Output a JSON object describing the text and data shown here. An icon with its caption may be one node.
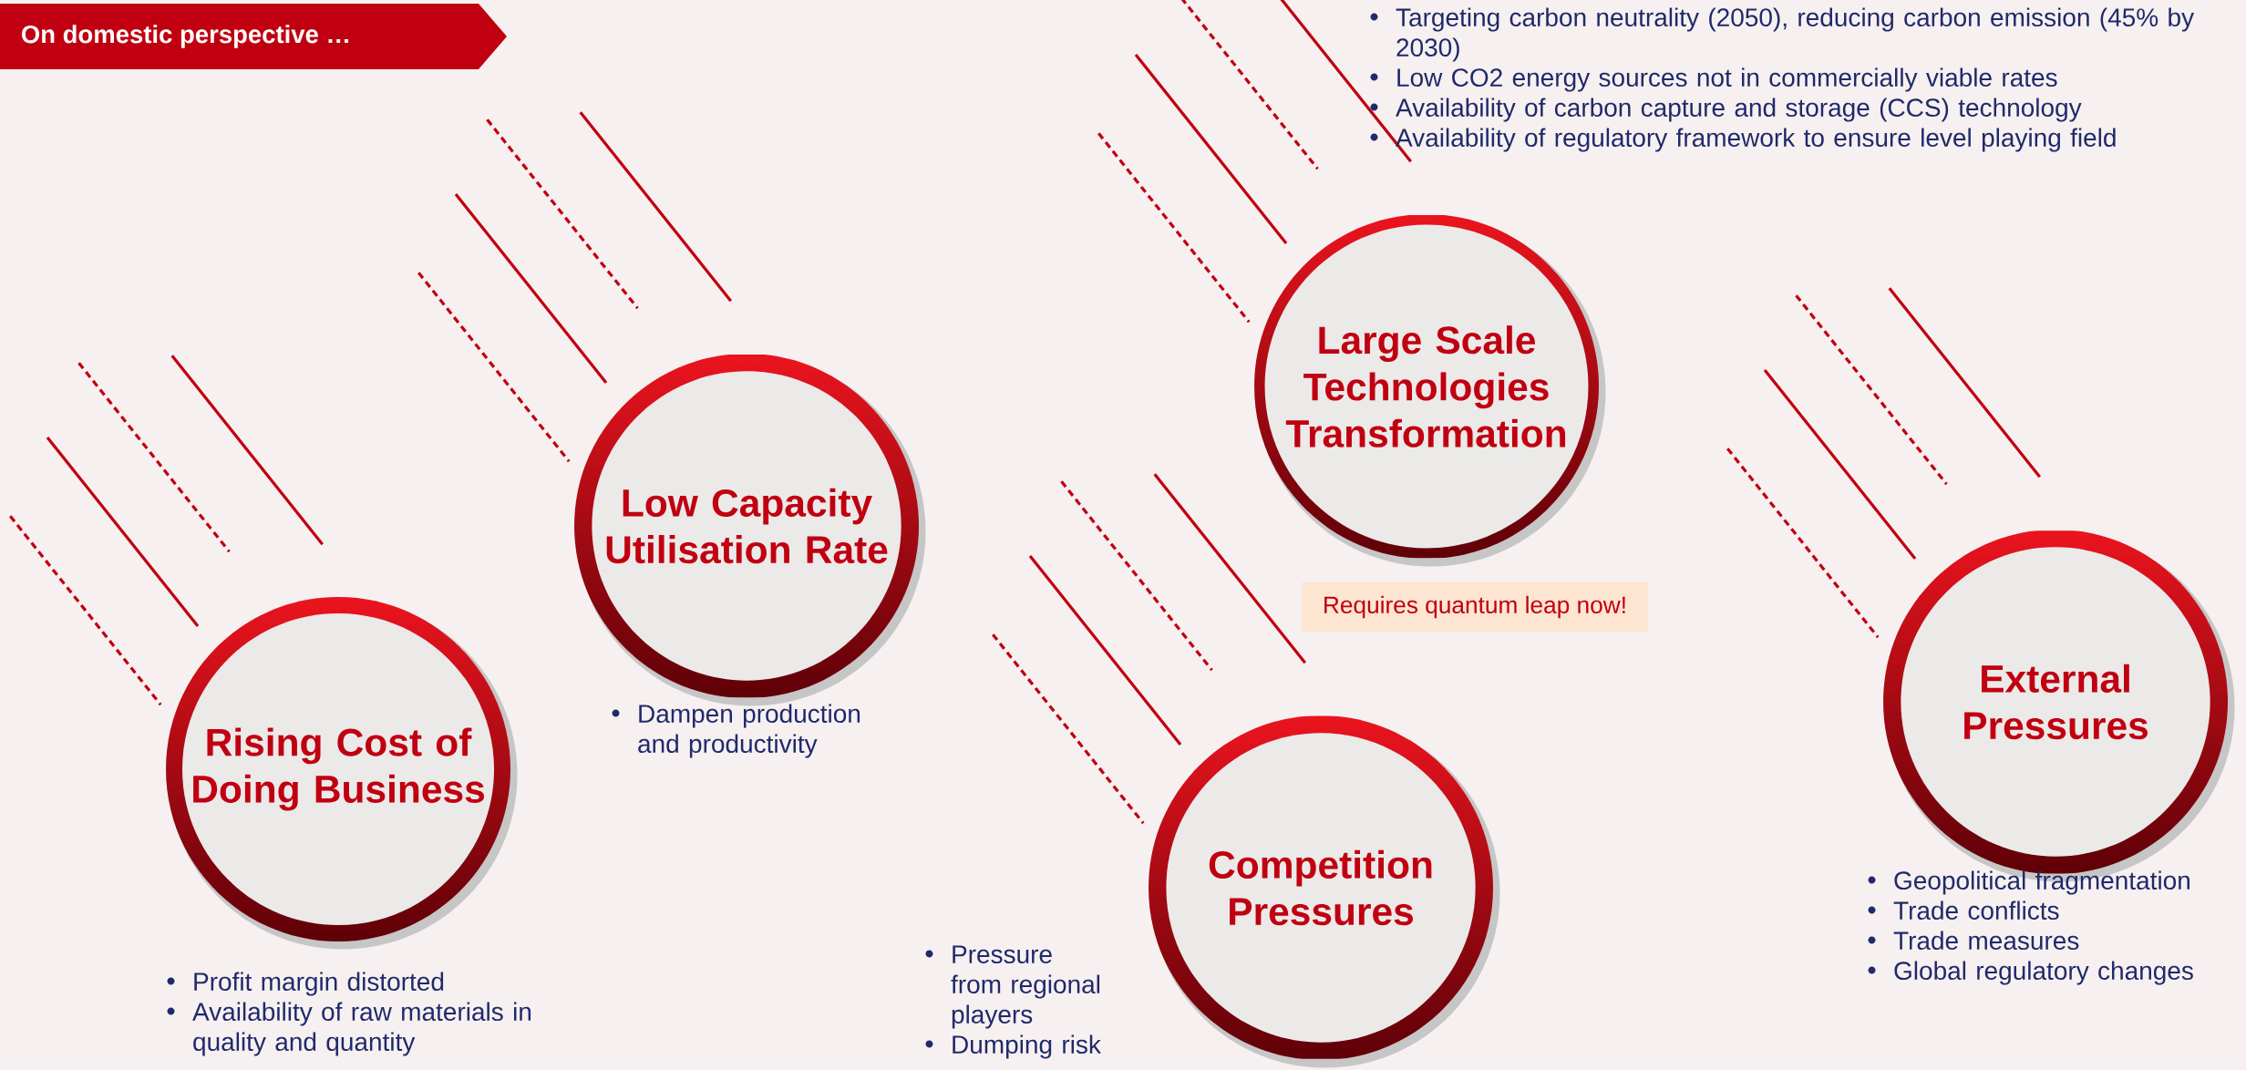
{
  "diagram": {
    "title": "On domestic perspective …",
    "nodes": [
      {
        "text": [
          "Rising Cost of Doing Business"
        ],
        "beside": [
          "Profit margin distorted",
          "Availability of raw materials in quality and quantity"
        ]
      },
      {
        "text": [
          "Low Capacity Utilisation Rate"
        ],
        "beside": [
          "Dampen production and productivity"
        ]
      },
      {
        "text": [
          "Large Scale Technologies Transformation"
        ],
        "beside": [
          "Targeting carbon neutrality (2050), reducing carbon emission (45% by 2030)",
          "Low CO2 energy sources not in commercially viable rates",
          "Availability of carbon capture and storage (CCS) technology",
          "Availability of regulatory framework to ensure level playing field"
        ]
      },
      {
        "text": [
          "Requires quantum leap now!"
        ]
      },
      {
        "text": [
          "Competition Pressures"
        ],
        "beside": [
          "Pressure from regional players",
          "Dumping risk"
        ]
      },
      {
        "text": [
          "External Pressures"
        ],
        "beside": [
          "Geopolitical fragmentation",
          "Trade conflicts",
          "Trade measures",
          "Global regulatory changes"
        ]
      }
    ]
  }
}
